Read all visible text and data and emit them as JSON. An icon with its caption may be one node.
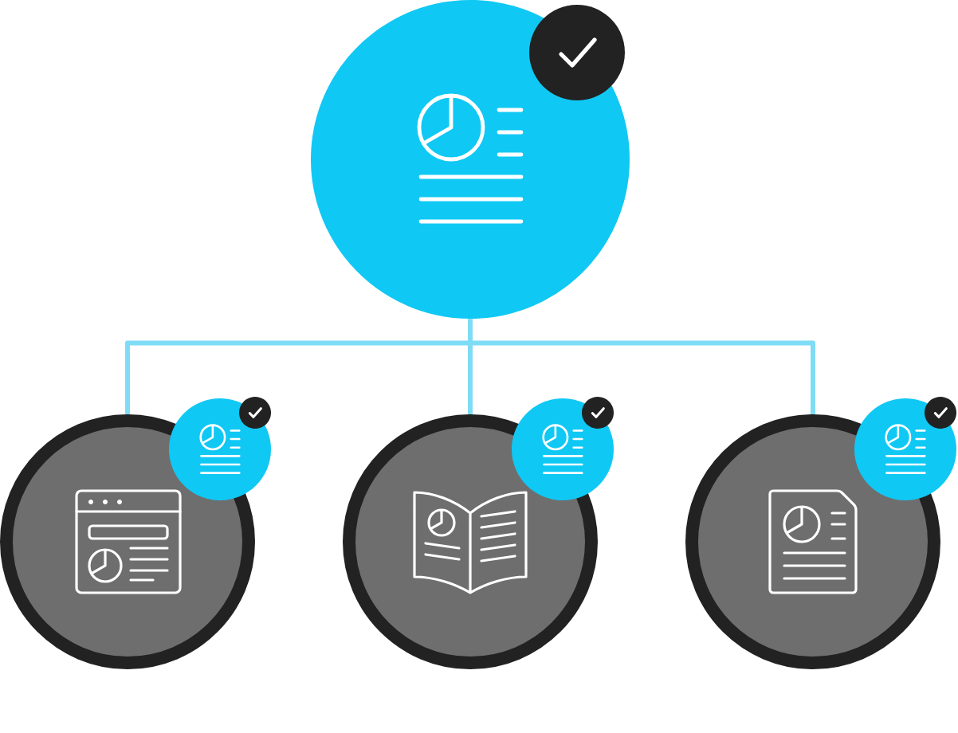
{
  "diagram": {
    "nodes": [
      {
        "text": [],
        "shape": "circle"
      },
      {
        "text": [],
        "shape": "circle"
      },
      {
        "text": [],
        "shape": "circle"
      },
      {
        "text": [],
        "shape": "circle"
      }
    ],
    "edges": [
      {
        "from": 0,
        "to": 1,
        "arrow": "none"
      },
      {
        "from": 0,
        "to": 2,
        "arrow": "none"
      },
      {
        "from": 0,
        "to": 3,
        "arrow": "none"
      }
    ]
  }
}
